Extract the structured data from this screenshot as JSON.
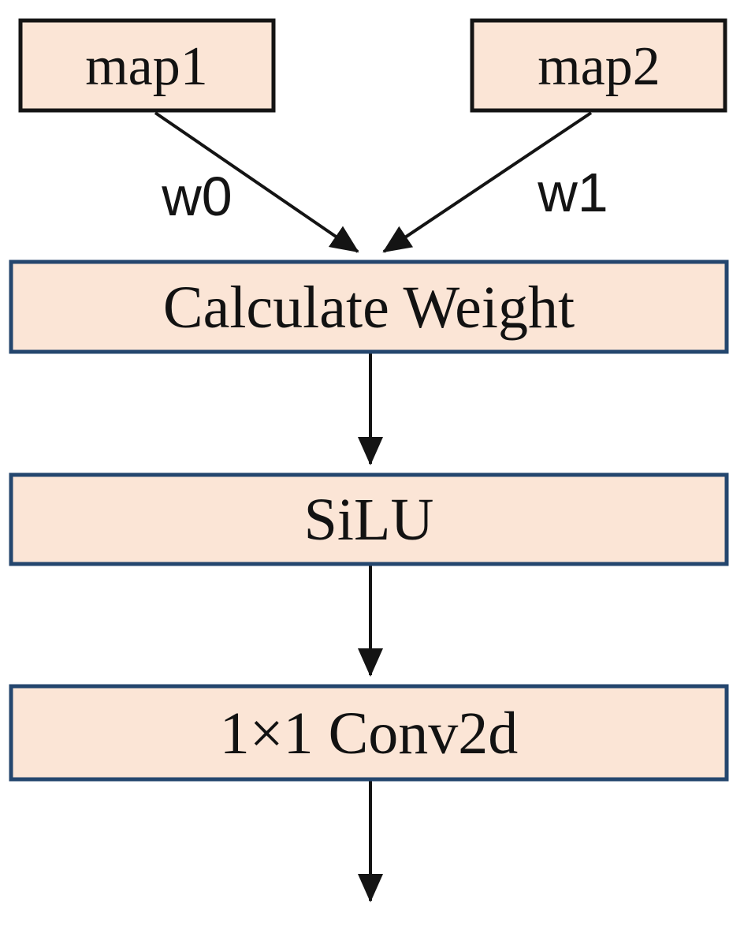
{
  "diagram": {
    "type": "flowchart",
    "description": "Weighted feature-fusion block: two input feature maps are combined with learned weights, passed through SiLU activation and a 1x1 convolution",
    "nodes": {
      "map1": {
        "label": "map1",
        "kind": "input"
      },
      "map2": {
        "label": "map2",
        "kind": "input"
      },
      "calculate_weight": {
        "label": "Calculate Weight",
        "kind": "process"
      },
      "silu": {
        "label": "SiLU",
        "kind": "process"
      },
      "conv": {
        "label": "1×1 Conv2d",
        "kind": "process"
      }
    },
    "edges": [
      {
        "from": "map1",
        "to": "calculate_weight",
        "label": "w0"
      },
      {
        "from": "map2",
        "to": "calculate_weight",
        "label": "w1"
      },
      {
        "from": "calculate_weight",
        "to": "silu",
        "label": ""
      },
      {
        "from": "silu",
        "to": "conv",
        "label": ""
      },
      {
        "from": "conv",
        "to": "output",
        "label": ""
      }
    ],
    "edge_labels": {
      "w0": "w0",
      "w1": "w1"
    },
    "colors": {
      "node_fill": "#fbe5d6",
      "input_node_border": "#141414",
      "process_node_border": "#24466e",
      "arrow": "#141414",
      "background": "#ffffff"
    }
  }
}
